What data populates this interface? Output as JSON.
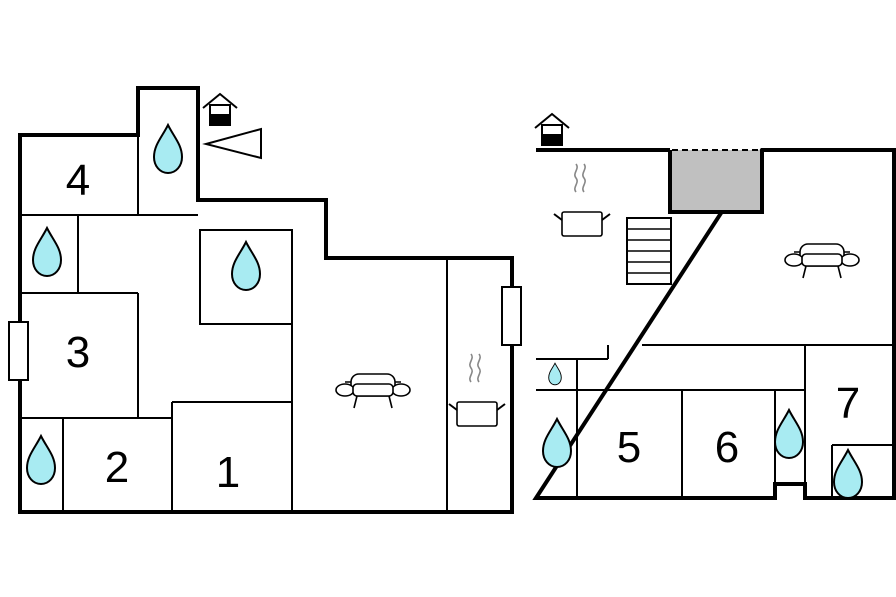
{
  "colors": {
    "water": "#a8ebf2",
    "stair_shaft": "#c0c0c0",
    "wall": "#000000",
    "background": "#ffffff"
  },
  "rooms": [
    {
      "id": "1",
      "label": "1"
    },
    {
      "id": "2",
      "label": "2"
    },
    {
      "id": "3",
      "label": "3"
    },
    {
      "id": "4",
      "label": "4"
    },
    {
      "id": "5",
      "label": "5"
    },
    {
      "id": "6",
      "label": "6"
    },
    {
      "id": "7",
      "label": "7"
    }
  ],
  "icons": [
    "water-drop-icon",
    "sofa-icon",
    "cooktop-icon",
    "entrance-icon",
    "stairs-icon",
    "window-icon",
    "direction-arrow-icon"
  ]
}
